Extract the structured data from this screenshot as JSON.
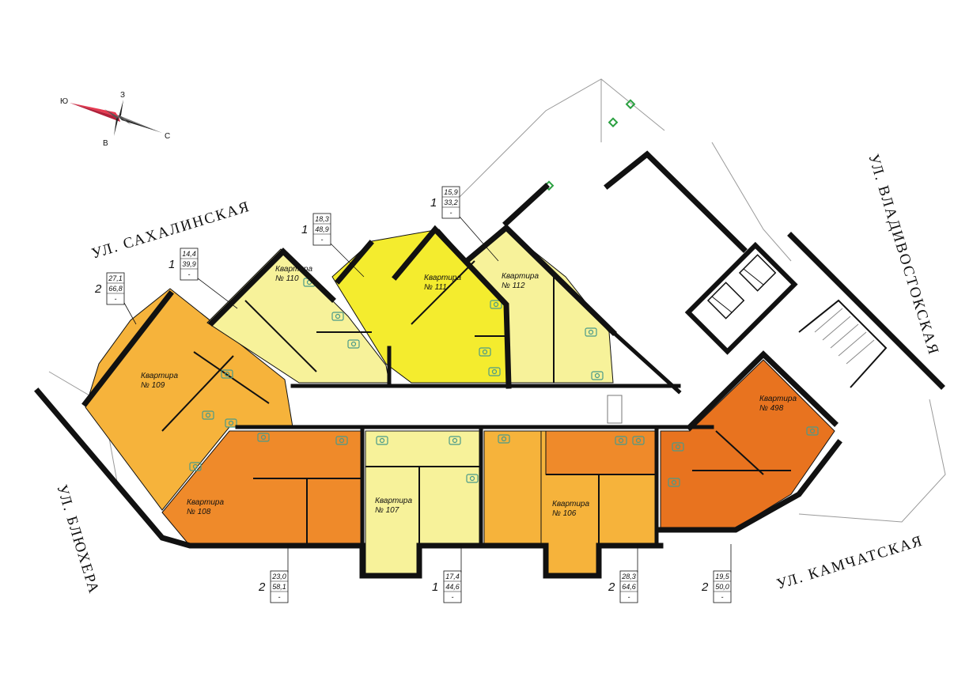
{
  "compass": {
    "south": "Ю",
    "north": "З",
    "east": "В",
    "west": "С"
  },
  "streets": [
    {
      "id": "sakhalinskaya",
      "label": "УЛ.  САХАЛИНСКАЯ"
    },
    {
      "id": "vladivostokskaya",
      "label": "УЛ.  ВЛАДИВОСТОКСКАЯ"
    },
    {
      "id": "blyukhera",
      "label": "УЛ.  БЛЮХЕРА"
    },
    {
      "id": "kamchatskaya",
      "label": "УЛ.  КАМЧАТСКАЯ"
    }
  ],
  "colors": {
    "one_room_pale": "#f7f29a",
    "one_room_bright": "#f4ec2e",
    "two_room_amber": "#f6b33b",
    "two_room_orange": "#ef8a2a",
    "two_room_deep": "#e8731f",
    "wall": "#111111",
    "fixture": "#4a9a8a"
  },
  "apartments": [
    {
      "id": "109",
      "label": "Квартира\n№ 109",
      "rooms": "2",
      "living": "27,1",
      "total": "66,8",
      "status": "-"
    },
    {
      "id": "110",
      "label": "Квартира\n№ 110",
      "rooms": "1",
      "living": "14,4",
      "total": "39,9",
      "status": "-"
    },
    {
      "id": "111",
      "label": "Квартира\n№ 111",
      "rooms": "1",
      "living": "18,3",
      "total": "48,9",
      "status": "-"
    },
    {
      "id": "112",
      "label": "Квартира\n№ 112",
      "rooms": "1",
      "living": "15,9",
      "total": "33,2",
      "status": "-"
    },
    {
      "id": "108",
      "label": "Квартира\n№ 108",
      "rooms": "2",
      "living": "23,0",
      "total": "58,1",
      "status": "-"
    },
    {
      "id": "107",
      "label": "Квартира\n№ 107",
      "rooms": "1",
      "living": "17,4",
      "total": "44,6",
      "status": "-"
    },
    {
      "id": "106",
      "label": "Квартира\n№ 106",
      "rooms": "2",
      "living": "28,3",
      "total": "64,6",
      "status": "-"
    },
    {
      "id": "498",
      "label": "Квартира\n№ 498",
      "rooms": "2",
      "living": "19,5",
      "total": "50,0",
      "status": "-"
    }
  ]
}
